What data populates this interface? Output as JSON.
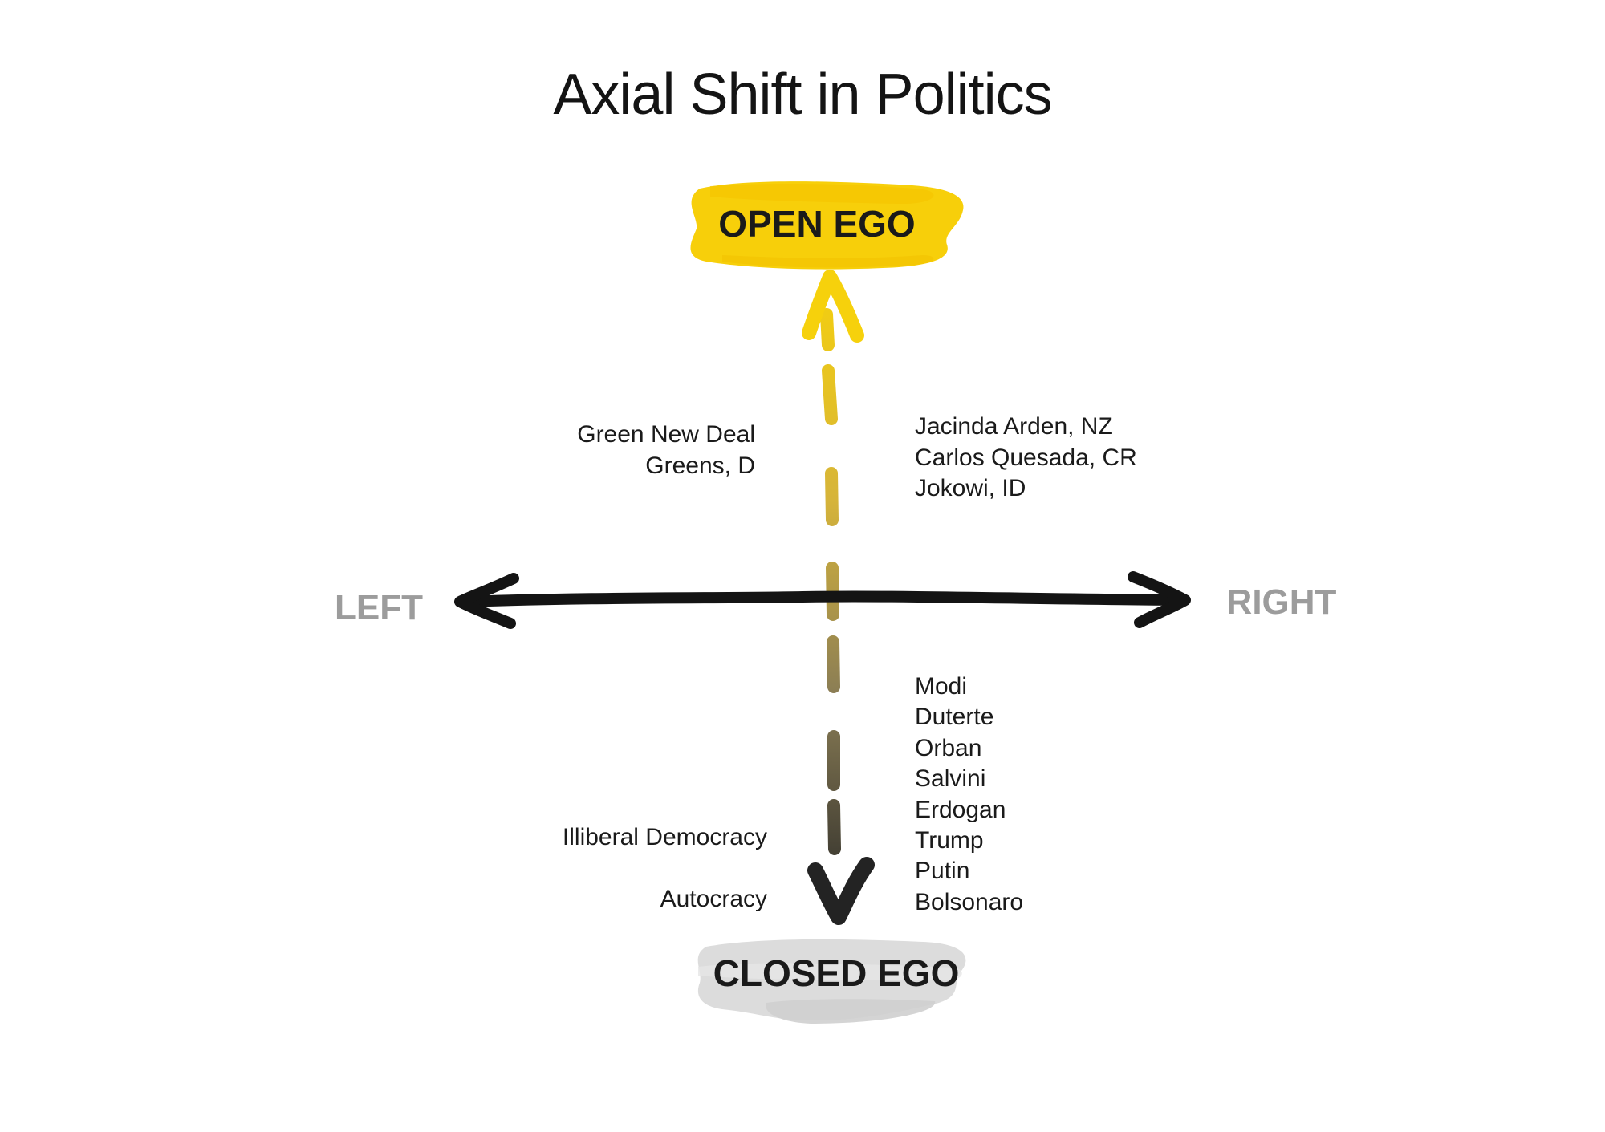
{
  "title": "Axial Shift in Politics",
  "axes": {
    "top": "OPEN EGO",
    "bottom": "CLOSED EGO",
    "left": "LEFT",
    "right": "RIGHT"
  },
  "quadrants": {
    "upper_left": [
      "Green New Deal",
      "Greens, D"
    ],
    "upper_right": [
      "Jacinda Arden, NZ",
      "Carlos Quesada, CR",
      "Jokowi, ID"
    ],
    "lower_left": [
      "Illiberal Democracy",
      "Autocracy"
    ],
    "lower_right": [
      "Modi",
      "Duterte",
      "Orban",
      "Salvini",
      "Erdogan",
      "Trump",
      "Putin",
      "Bolsonaro"
    ]
  },
  "colors": {
    "open_highlight": "#f7cf0a",
    "closed_highlight": "#d9d9d9",
    "axis_line": "#141414",
    "side_label": "#9c9c9c",
    "gradient_top": "#f2cc16",
    "gradient_bottom": "#2a2a2a"
  }
}
